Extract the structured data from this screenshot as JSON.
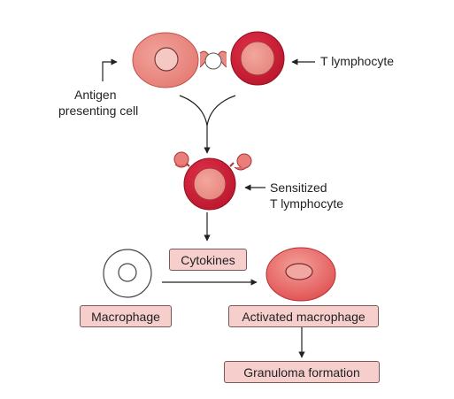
{
  "labels": {
    "t_lymphocyte": "T lymphocyte",
    "apc_line1": "Antigen",
    "apc_line2": "presenting cell",
    "sensitized_line1": "Sensitized",
    "sensitized_line2": "T lymphocyte"
  },
  "boxes": {
    "cytokines": "Cytokines",
    "macrophage": "Macrophage",
    "activated_macrophage": "Activated macrophage",
    "granuloma": "Granuloma formation"
  },
  "colors": {
    "apc_fill": "#e9847c",
    "t_cell_ring": "#d01f34",
    "t_cell_core": "#eb8b83",
    "box_fill": "#f6cfcd",
    "arrow": "#222222"
  }
}
